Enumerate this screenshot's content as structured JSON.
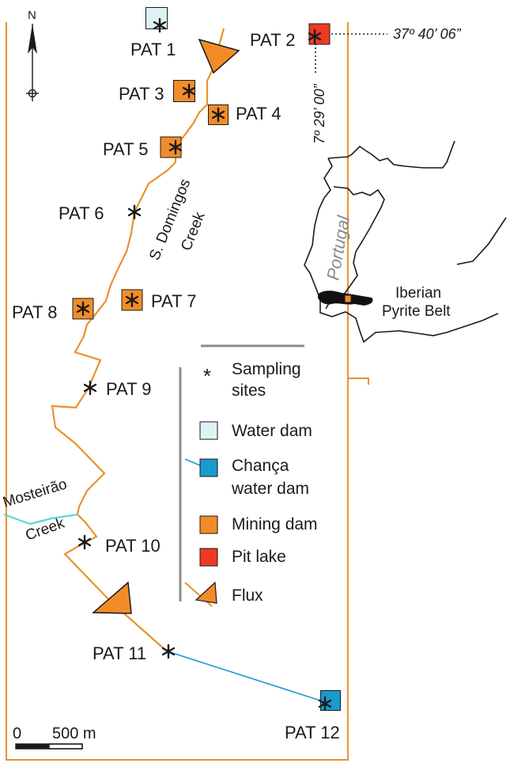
{
  "colors": {
    "water_dam": "#dff3f7",
    "chanca_dam": "#1a9bcb",
    "mining_dam": "#f28c28",
    "pit_lake": "#ee3a23",
    "creek": "#e8922e",
    "mosteirao_creek": "#5fd6d6",
    "chanca_line": "#1a9bcb",
    "frame": "#e8922e",
    "legend_rule": "#8c8c8c",
    "ink": "#1a1a1a"
  },
  "sites": [
    {
      "id": "PAT 1",
      "label": "PAT 1",
      "type": "water_dam"
    },
    {
      "id": "PAT 2",
      "label": "PAT 2",
      "type": "pit_lake"
    },
    {
      "id": "PAT 3",
      "label": "PAT 3",
      "type": "mining_dam"
    },
    {
      "id": "PAT 4",
      "label": "PAT 4",
      "type": "mining_dam"
    },
    {
      "id": "PAT 5",
      "label": "PAT 5",
      "type": "mining_dam"
    },
    {
      "id": "PAT 6",
      "label": "PAT 6",
      "type": "sampling_site"
    },
    {
      "id": "PAT 7",
      "label": "PAT 7",
      "type": "mining_dam"
    },
    {
      "id": "PAT 8",
      "label": "PAT  8",
      "type": "mining_dam"
    },
    {
      "id": "PAT 9",
      "label": "PAT 9",
      "type": "sampling_site"
    },
    {
      "id": "PAT 10",
      "label": "PAT 10",
      "type": "sampling_site"
    },
    {
      "id": "PAT 11",
      "label": "PAT 11",
      "type": "sampling_site"
    },
    {
      "id": "PAT 12",
      "label": "PAT 12",
      "type": "chanca_dam"
    }
  ],
  "coordinates": {
    "latitude": "37º 40’ 06”",
    "longitude": "7º 29’ 00”"
  },
  "creeks": {
    "main_line1": "S. Domingos",
    "main_line2": "Creek",
    "side_line1": "Mosteirão",
    "side_line2": "Creek"
  },
  "inset": {
    "country": "Portugal",
    "region_line1": "Iberian",
    "region_line2": "Pyrite Belt"
  },
  "north_arrow": {
    "label": "N"
  },
  "scale_bar": {
    "start": "0",
    "end": "500 m"
  },
  "legend": {
    "sampling_line1": "Sampling",
    "sampling_line2": "sites",
    "water_dam": "Water dam",
    "chanca_line1": "Chança",
    "chanca_line2": "water dam",
    "mining_dam": "Mining dam",
    "pit_lake": "Pit lake",
    "flux": "Flux",
    "symbol": "*"
  }
}
